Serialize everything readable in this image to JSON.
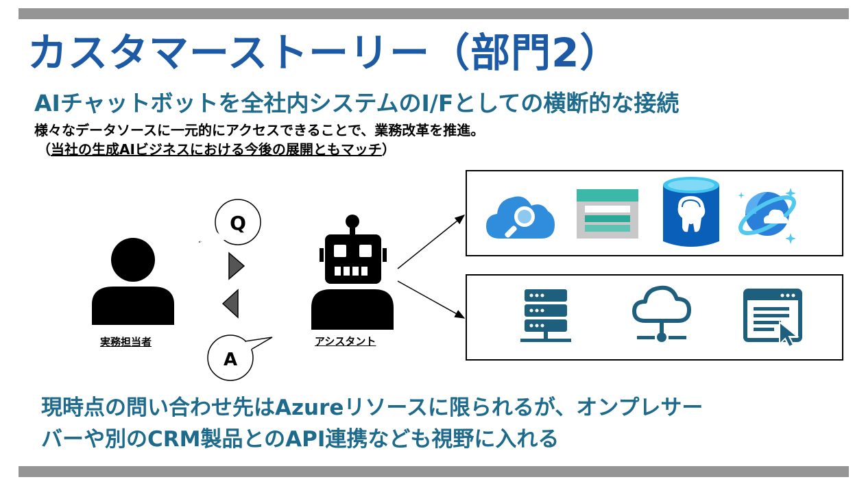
{
  "title": "カスタマーストーリー（部門2）",
  "subtitle": "AIチャットボットを全社内システムのI/Fとしての横断的な接続",
  "description": {
    "line1": "様々なデータソースに一元的にアクセスできることで、業務改革を推進。",
    "line2_open": "（",
    "line2_text": "当社の生成AIビジネスにおける今後の展開ともマッチ",
    "line2_close": "）"
  },
  "diagram": {
    "person_label": "実務担当者",
    "assistant_label": "アシスタント",
    "question_bubble": "Q",
    "answer_bubble": "A",
    "cloud_services": [
      "search-cloud-icon",
      "table-storage-icon",
      "postgresql-database-icon",
      "cosmos-db-icon"
    ],
    "onprem_services": [
      "server-icon",
      "cloud-network-icon",
      "web-app-icon"
    ]
  },
  "conclusion": {
    "line1": "現時点の問い合わせ先はAzureリソースに限られるが、オンプレサー",
    "line2": "バーや別のCRM製品とのAPI連携なども視野に入れる"
  },
  "colors": {
    "title": "#1c5aa6",
    "accent": "#1d6a8c",
    "bar": "#959595",
    "icon_dark": "#1f5f7e"
  }
}
